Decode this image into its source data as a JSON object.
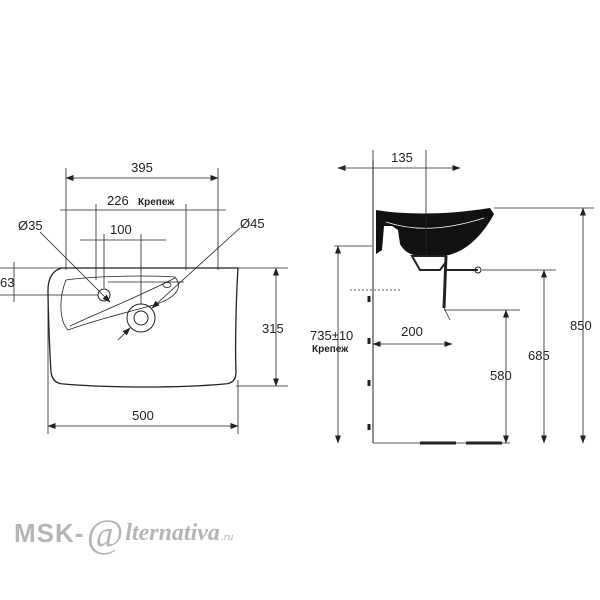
{
  "front_view": {
    "dim_395": "395",
    "dim_226": "226",
    "krepezh_top": "Крепеж",
    "dim_100": "100",
    "dim_d35": "Ø35",
    "dim_d45": "Ø45",
    "dim_63": "63",
    "dim_315": "315",
    "dim_500": "500"
  },
  "side_view": {
    "dim_135": "135",
    "dim_200": "200",
    "dim_735": "735±10",
    "krepezh_side": "Крепеж",
    "dim_580": "580",
    "dim_685": "685",
    "dim_850": "850"
  },
  "watermark": {
    "prefix": "MSK-",
    "at": "@",
    "script": "lternativa",
    "domain": ".ru"
  },
  "colors": {
    "line": "#222222",
    "watermark": "#b5b5b5"
  }
}
